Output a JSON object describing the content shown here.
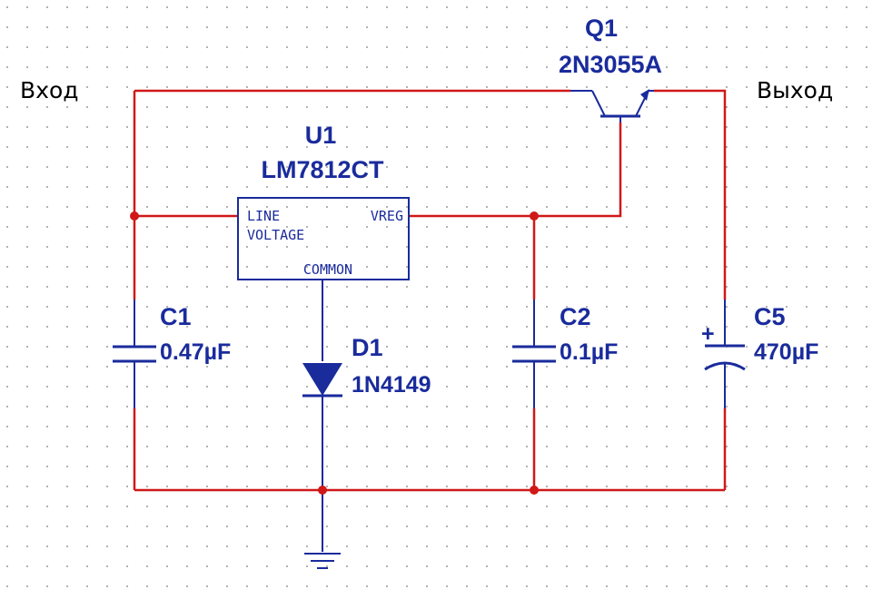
{
  "colors": {
    "wire": "#d01818",
    "component": "#1a2b9c",
    "text": "#000000",
    "label": "#1a2b9c",
    "grid_dot": "#9a9a9a"
  },
  "ports": {
    "input": "Вход",
    "output": "Выход"
  },
  "components": {
    "q1": {
      "ref": "Q1",
      "value": "2N3055A"
    },
    "u1": {
      "ref": "U1",
      "value": "LM7812CT",
      "pin_line": "LINE",
      "pin_voltage": "VOLTAGE",
      "pin_vreg": "VREG",
      "pin_common": "COMMON"
    },
    "c1": {
      "ref": "C1",
      "value": "0.47µF"
    },
    "c2": {
      "ref": "C2",
      "value": "0.1µF"
    },
    "c5": {
      "ref": "C5",
      "value": "470µF",
      "polarity": "+"
    },
    "d1": {
      "ref": "D1",
      "value": "1N4149"
    }
  },
  "ground": {
    "icon": "ground-icon"
  }
}
